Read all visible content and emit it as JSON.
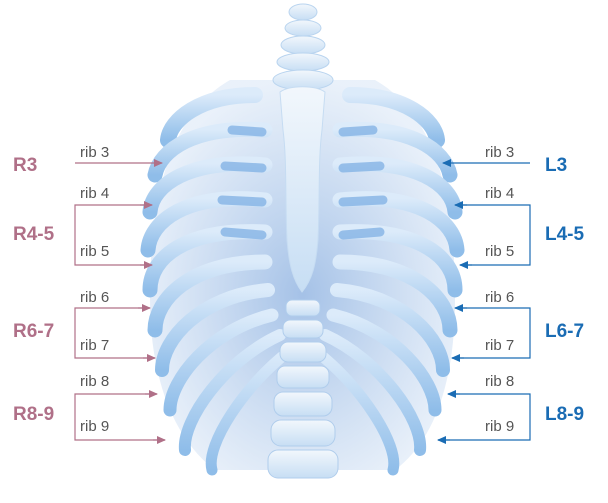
{
  "colors": {
    "right_label": "#b07088",
    "left_label": "#1a6cb4",
    "bone_light": "#d6e8f8",
    "bone_mid": "#a9cdf0",
    "bone_dark": "#6f9fd8"
  },
  "image": {
    "subject": "rib-cage-illustration"
  },
  "right_side": {
    "groups": [
      "R3",
      "R4-5",
      "R6-7",
      "R8-9"
    ],
    "ribs": [
      "rib 3",
      "rib 4",
      "rib 5",
      "rib 6",
      "rib 7",
      "rib 8",
      "rib 9"
    ]
  },
  "left_side": {
    "groups": [
      "L3",
      "L4-5",
      "L6-7",
      "L8-9"
    ],
    "ribs": [
      "rib 3",
      "rib 4",
      "rib 5",
      "rib 6",
      "rib 7",
      "rib 8",
      "rib 9"
    ]
  }
}
